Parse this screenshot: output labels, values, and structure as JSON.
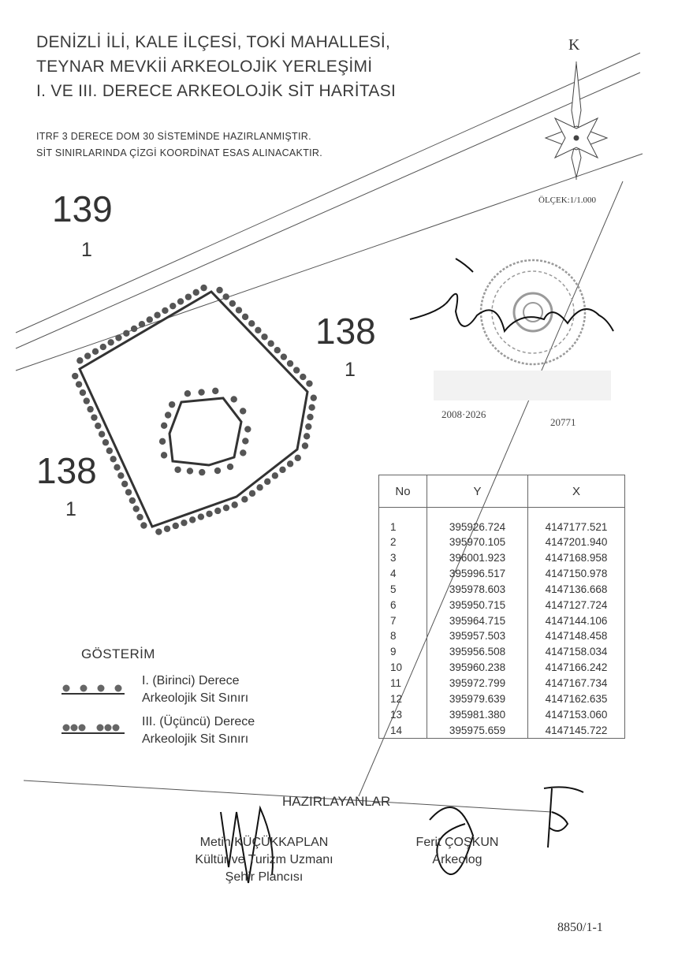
{
  "title_lines": [
    "DENİZLİ İLİ, KALE İLÇESİ, TOKİ MAHALLESİ,",
    "TEYNAR MEVKİİ ARKEOLOJİK YERLEŞİMİ",
    "I. VE III. DERECE ARKEOLOJİK SİT HARİTASI"
  ],
  "subtitle_lines": [
    "ITRF 3 DERECE DOM 30 SİSTEMİNDE HAZIRLANMIŞTIR.",
    "SİT SINIRLARINDA ÇİZGİ KOORDİNAT ESAS ALINACAKTIR."
  ],
  "north_label": "K",
  "scale_label": "ÖLÇEK:1/1.000",
  "parcels": [
    {
      "number": "139",
      "sub": "1"
    },
    {
      "number": "138",
      "sub": "1"
    },
    {
      "number": "138",
      "sub": "1"
    }
  ],
  "stamp": {
    "date": "2008·2026",
    "number": "20771"
  },
  "coordinate_table": {
    "headers": [
      "No",
      "Y",
      "X"
    ],
    "rows": [
      [
        "1",
        "395926.724",
        "4147177.521"
      ],
      [
        "2",
        "395970.105",
        "4147201.940"
      ],
      [
        "3",
        "396001.923",
        "4147168.958"
      ],
      [
        "4",
        "395996.517",
        "4147150.978"
      ],
      [
        "5",
        "395978.603",
        "4147136.668"
      ],
      [
        "6",
        "395950.715",
        "4147127.724"
      ],
      [
        "7",
        "395964.715",
        "4147144.106"
      ],
      [
        "8",
        "395957.503",
        "4147148.458"
      ],
      [
        "9",
        "395956.508",
        "4147158.034"
      ],
      [
        "10",
        "395960.238",
        "4147166.242"
      ],
      [
        "11",
        "395972.799",
        "4147167.734"
      ],
      [
        "12",
        "395979.639",
        "4147162.635"
      ],
      [
        "13",
        "395981.380",
        "4147153.060"
      ],
      [
        "14",
        "395975.659",
        "4147145.722"
      ]
    ]
  },
  "legend": {
    "title": "GÖSTERİM",
    "items": [
      {
        "lines": [
          "I. (Birinci) Derece",
          "Arkeolojik Sit Sınırı"
        ]
      },
      {
        "lines": [
          "III. (Üçüncü) Derece",
          "Arkeolojik Sit Sınırı"
        ]
      }
    ]
  },
  "prepared_by": {
    "title": "HAZIRLAYANLAR",
    "people": [
      {
        "name": "Metin KÜÇÜKKAPLAN",
        "roles": [
          "Kültür ve Turizm Uzmanı",
          "Şehir Plancısı"
        ]
      },
      {
        "name": "Ferit ÇOŞKUN",
        "roles": [
          "Arkeolog"
        ]
      }
    ]
  },
  "document_number": "8850/1-1",
  "colors": {
    "ink": "#333333",
    "stamp": "#8a8a8a",
    "paper": "#ffffff"
  }
}
